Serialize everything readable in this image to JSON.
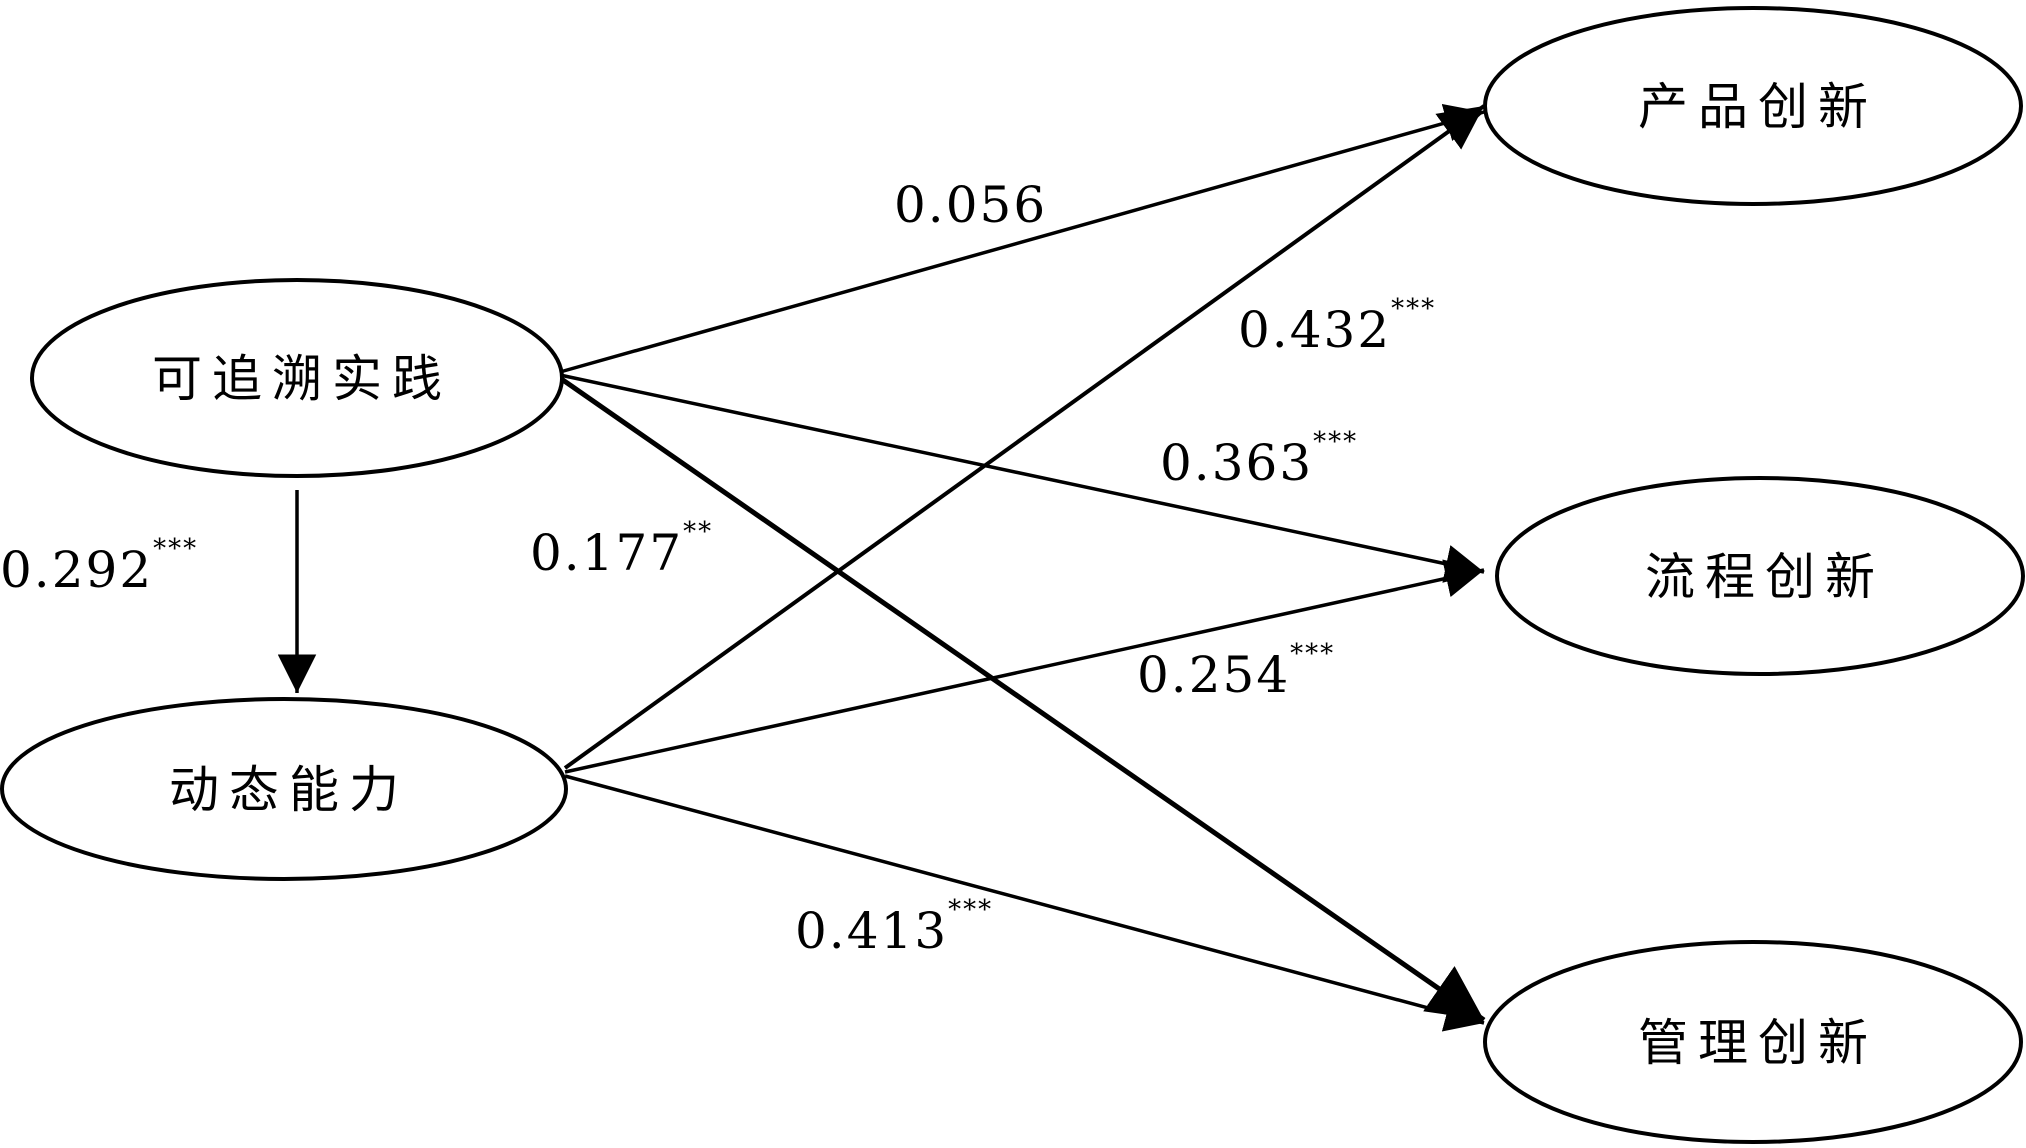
{
  "colors": {
    "stroke": "#000000",
    "background": "#ffffff"
  },
  "nodes": {
    "traceability": "可追溯实践",
    "dynamic": "动态能力",
    "product": "产品创新",
    "process": "流程创新",
    "management": "管理创新"
  },
  "paths": [
    {
      "id": "traceability-dynamic",
      "from": "traceability",
      "to": "dynamic",
      "value": "0.292",
      "sig": "***"
    },
    {
      "id": "traceability-product",
      "from": "traceability",
      "to": "product",
      "value": "0.056",
      "sig": ""
    },
    {
      "id": "traceability-process",
      "from": "traceability",
      "to": "process",
      "value": "0.363",
      "sig": "***"
    },
    {
      "id": "traceability-management",
      "from": "traceability",
      "to": "management",
      "value": "0.177",
      "sig": "**"
    },
    {
      "id": "dynamic-product",
      "from": "dynamic",
      "to": "product",
      "value": "0.432",
      "sig": "***"
    },
    {
      "id": "dynamic-process",
      "from": "dynamic",
      "to": "process",
      "value": "0.254",
      "sig": "***"
    },
    {
      "id": "dynamic-management",
      "from": "dynamic",
      "to": "management",
      "value": "0.413",
      "sig": "***"
    }
  ]
}
